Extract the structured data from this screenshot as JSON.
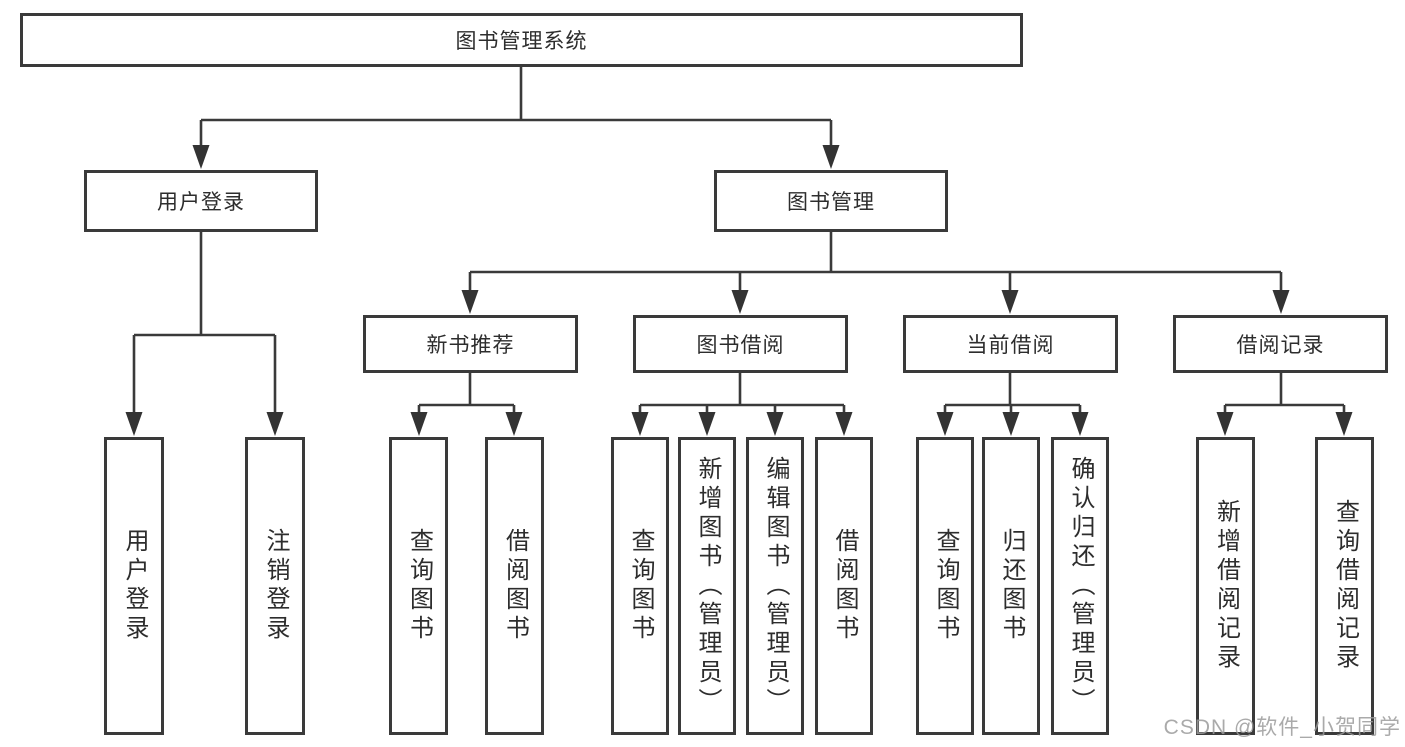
{
  "diagram": {
    "root": {
      "label": "图书管理系统"
    },
    "branches": [
      {
        "label": "用户登录",
        "children": [
          {
            "label": "用户登录"
          },
          {
            "label": "注销登录"
          }
        ]
      },
      {
        "label": "图书管理",
        "children": [
          {
            "label": "新书推荐",
            "children": [
              {
                "label": "查询图书"
              },
              {
                "label": "借阅图书"
              }
            ]
          },
          {
            "label": "图书借阅",
            "children": [
              {
                "label": "查询图书"
              },
              {
                "label": "新增图书（管理员）"
              },
              {
                "label": "编辑图书（管理员）"
              },
              {
                "label": "借阅图书"
              }
            ]
          },
          {
            "label": "当前借阅",
            "children": [
              {
                "label": "查询图书"
              },
              {
                "label": "归还图书"
              },
              {
                "label": "确认归还（管理员）"
              }
            ]
          },
          {
            "label": "借阅记录",
            "children": [
              {
                "label": "新增借阅记录"
              },
              {
                "label": "查询借阅记录"
              }
            ]
          }
        ]
      }
    ]
  },
  "watermark": {
    "text": "CSDN @软件_小贺同学"
  },
  "colors": {
    "line": "#3a3a3a",
    "text": "#2d2d2d",
    "watermark": "#9b9b9b",
    "background": "#ffffff"
  }
}
